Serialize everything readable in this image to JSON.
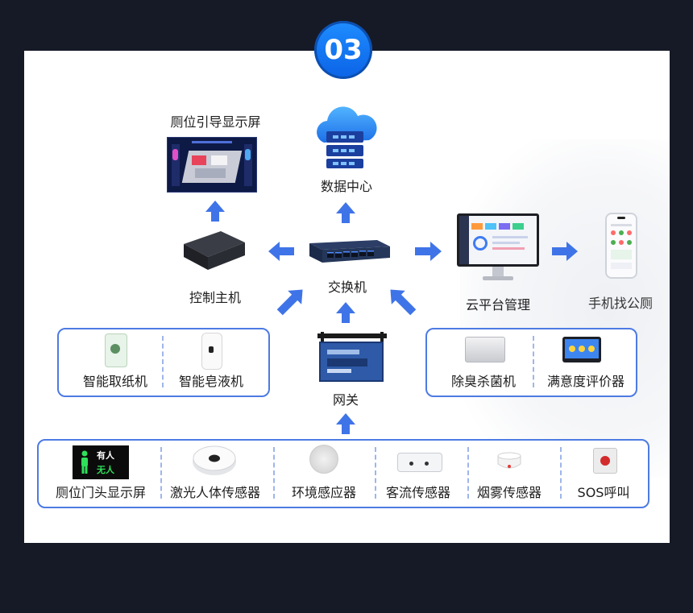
{
  "badge": {
    "number": "03"
  },
  "nodes": {
    "toilet_display": "厕位引导显示屏",
    "data_center": "数据中心",
    "control_host": "控制主机",
    "switch": "交换机",
    "cloud_platform": "云平台管理",
    "mobile": "手机找公厕",
    "gateway": "网关"
  },
  "left_group": {
    "items": [
      "智能取纸机",
      "智能皂液机"
    ]
  },
  "right_group": {
    "items": [
      "除臭杀菌机",
      "满意度评价器"
    ]
  },
  "bottom_group": {
    "items": [
      "厕位门头显示屏",
      "激光人体传感器",
      "环境感应器",
      "客流传感器",
      "烟雾传感器",
      "SOS呼叫"
    ]
  },
  "door_sign": {
    "occupied": "有人",
    "vacant": "无人"
  },
  "colors": {
    "accent": "#4d7be3",
    "arrow": "#3f74e8",
    "badge": "#1a7ef5"
  }
}
